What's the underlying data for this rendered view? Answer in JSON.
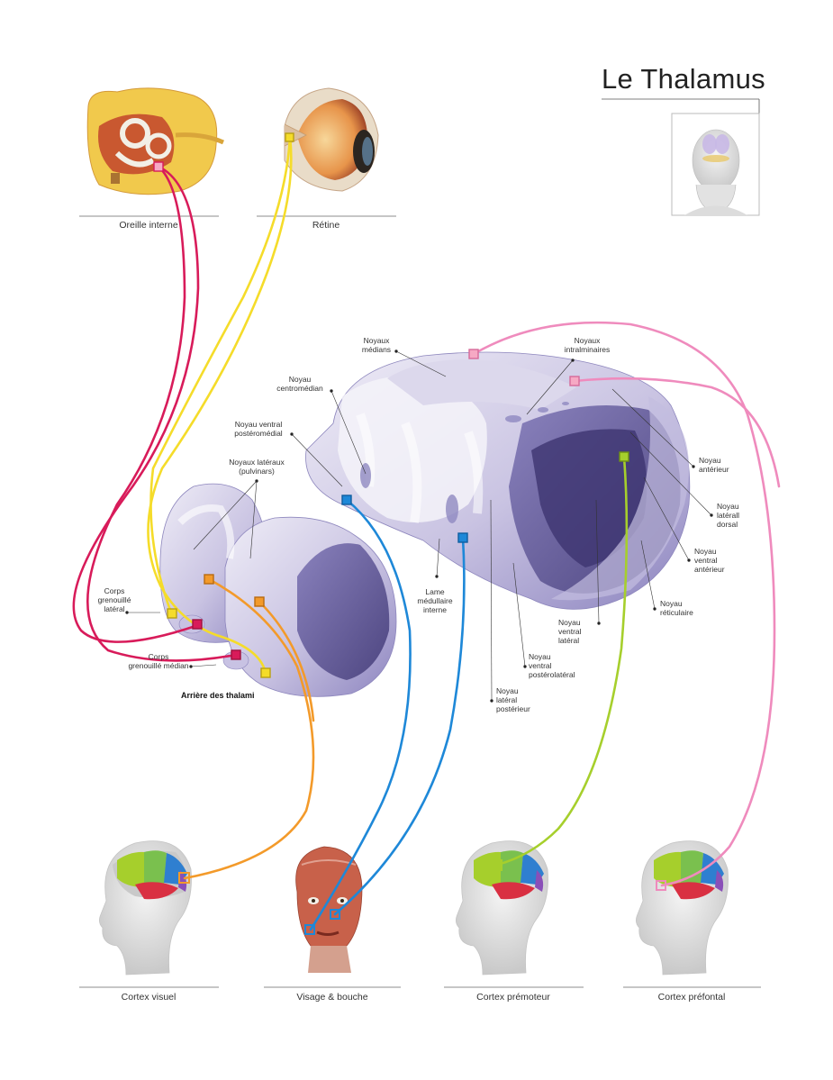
{
  "title": "Le Thalamus",
  "colors": {
    "red": "#d81b5a",
    "yellow": "#f5dc2a",
    "orange": "#f39a2a",
    "blue": "#1e88d8",
    "green": "#a6cf2c",
    "pink": "#ef8bbd",
    "thalamus_light": "#e6e2f1",
    "thalamus_mid": "#a9a2cf",
    "thalamus_dark": "#5d558f"
  },
  "sources": {
    "ear": "Oreille interne",
    "retina": "Rétine"
  },
  "targets": {
    "visual": "Cortex visuel",
    "face": "Visage & bouche",
    "premotor": "Cortex prémoteur",
    "prefrontal": "Cortex préfontal"
  },
  "labels": {
    "noyaux_medians": "Noyaux\nmédians",
    "noyaux_intralaminaires": "Noyaux\nintralminaires",
    "noyau_centromedian": "Noyau\ncentromédian",
    "noyau_vpm": "Noyau ventral\npostéromédial",
    "noyaux_lateraux": "Noyaux latéraux\n(pulvinars)",
    "noyau_anterieur": "Noyau\nantérieur",
    "noyau_lateral_dorsal": "Noyau\nlatérall\ndorsal",
    "noyau_ventral_anterieur": "Noyau\nventral\nantérieur",
    "noyau_reticulaire": "Noyau\nréticulaire",
    "noyau_ventral_lateral": "Noyau\nventral\nlatéral",
    "noyau_vpl": "Noyau\nventral\npostérolatéral",
    "noyau_lateral_posterieur": "Noyau\nlatéral\npostérieur",
    "lame_medullaire": "Lame\nmédullaire\ninterne",
    "corps_lateral": "Corps\ngrenouillé\nlatéral",
    "corps_median": "Corps\ngrenouillé médian",
    "arriere": "Arrière des thalami"
  }
}
